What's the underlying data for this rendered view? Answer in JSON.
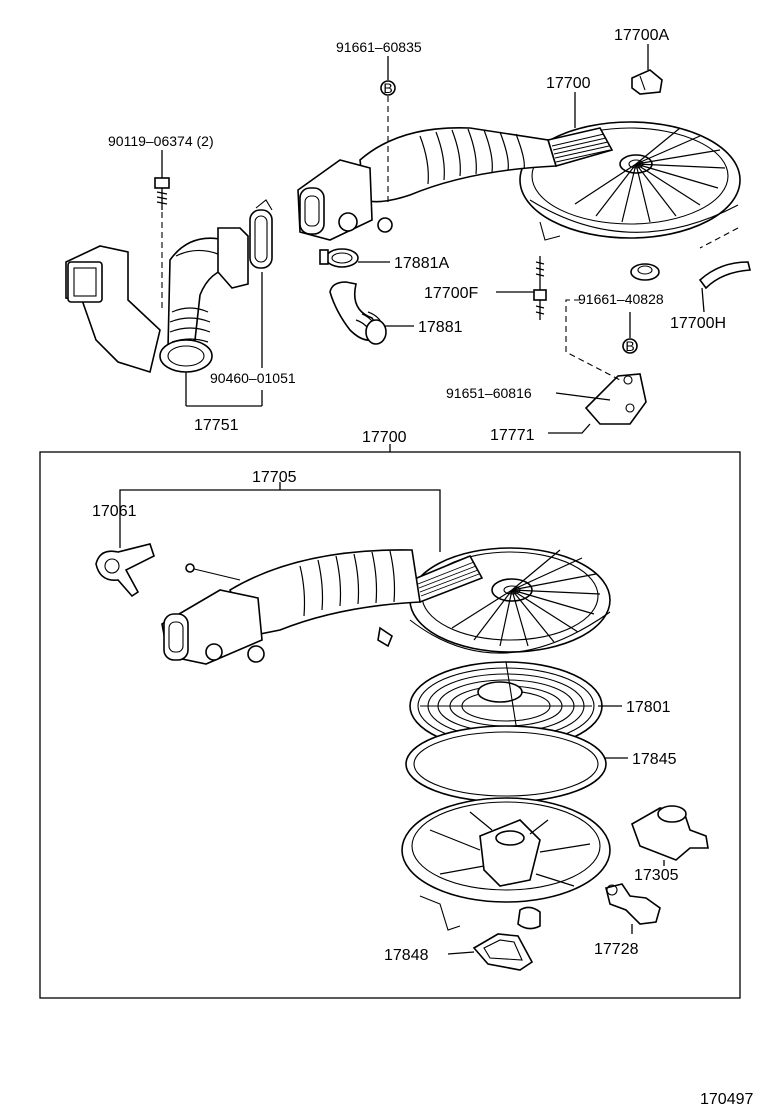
{
  "labels": {
    "p_91661_60835": "91661–60835",
    "p_17700A": "17700A",
    "p_17700_top": "17700",
    "p_90119_06374": "90119–06374 (2)",
    "p_17881A": "17881A",
    "p_17700F": "17700F",
    "p_17881": "17881",
    "p_91661_40828": "91661–40828",
    "p_17700H": "17700H",
    "p_90460_01051": "90460–01051",
    "p_91651_60816": "91651–60816",
    "p_17751": "17751",
    "p_17771": "17771",
    "p_17700_box": "17700",
    "p_17705": "17705",
    "p_17061": "17061",
    "p_17801": "17801",
    "p_17845": "17845",
    "p_17305": "17305",
    "p_17728": "17728",
    "p_17848": "17848",
    "diagram_id": "170497"
  },
  "marker_letter": "B"
}
